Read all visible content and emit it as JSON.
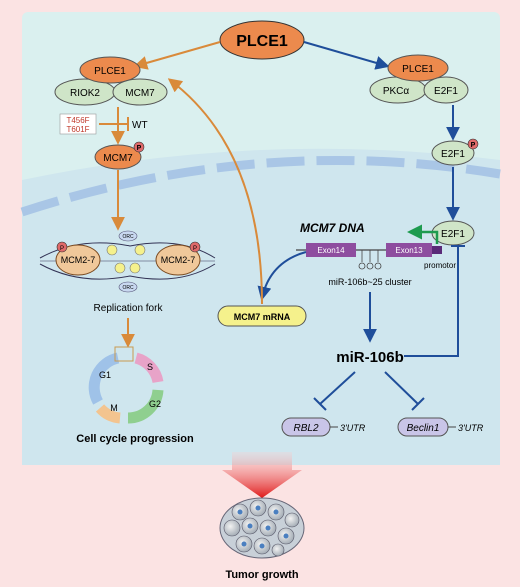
{
  "colors": {
    "background": "#fbe3e3",
    "cell_panel": "#daf0ef",
    "nucleus_panel": "#cfe6ee",
    "membrane": "#a9c6e6",
    "orange_arrow": "#d98a3a",
    "blue_arrow": "#1f4e9a",
    "plce1_fill": "#ec8a4d",
    "green_fill": "#cfe5c8",
    "mrna_fill": "#f5f18c",
    "exon_fill": "#8e4d9f",
    "promoter_arrow": "#1e9b4f",
    "tumor_arrow": "#e02020"
  },
  "top_node": "PLCE1",
  "left_complex": {
    "plce1": "PLCE1",
    "riok2": "RIOK2",
    "mcm7": "MCM7"
  },
  "mutations": [
    "T456F",
    "T601F"
  ],
  "wt_label": "WT",
  "phospho_mcm7": "MCM7",
  "phospho_mark": "P",
  "replication": {
    "left": "MCM2-7",
    "right": "MCM2-7",
    "orc": "ORC",
    "label": "Replication fork"
  },
  "cell_cycle": {
    "g1": "G1",
    "s": "S",
    "g2": "G2",
    "m": "M",
    "label": "Cell cycle progression"
  },
  "right_complex": {
    "plce1": "PLCE1",
    "pkc": "PKCα",
    "e2f1": "E2F1"
  },
  "e2f1_phospho": "E2F1",
  "e2f1_nuclear": "E2F1",
  "dna": {
    "title": "MCM7 DNA",
    "exon14": "Exon14",
    "exon13": "Exon13",
    "promoter": "promotor",
    "cluster": "miR-106b~25 cluster"
  },
  "mrna": "MCM7 mRNA",
  "mirna": "miR-106b",
  "targets": {
    "rbl2": "RBL2",
    "beclin1": "Beclin1",
    "utr": "3'UTR"
  },
  "tumor_label": "Tumor growth"
}
